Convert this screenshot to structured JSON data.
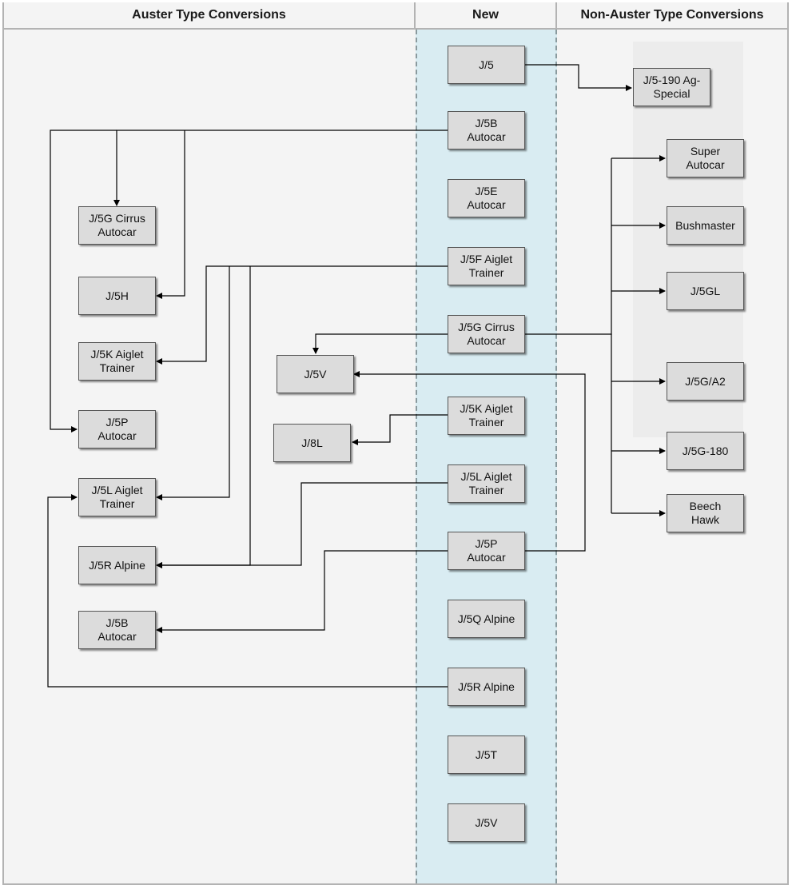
{
  "headers": {
    "auster": "Auster Type Conversions",
    "new": "New",
    "non_auster": "Non-Auster Type Conversions"
  },
  "new_column": {
    "j5": "J/5",
    "j5b": "J/5B\nAutocar",
    "j5e": "J/5E\nAutocar",
    "j5f": "J/5F Aiglet\nTrainer",
    "j5g": "J/5G Cirrus\nAutocar",
    "j5k": "J/5K Aiglet\nTrainer",
    "j5l": "J/5L Aiglet\nTrainer",
    "j5p": "J/5P\nAutocar",
    "j5q": "J/5Q Alpine",
    "j5r": "J/5R Alpine",
    "j5t": "J/5T",
    "j5v": "J/5V"
  },
  "auster_conversions": {
    "j5g_cirrus": "J/5G Cirrus\nAutocar",
    "j5h": "J/5H",
    "j5k_aiglet": "J/5K Aiglet\nTrainer",
    "j5p_autocar": "J/5P\nAutocar",
    "j5l_aiglet": "J/5L Aiglet\nTrainer",
    "j5r_alpine": "J/5R Alpine",
    "j5b_autocar": "J/5B\nAutocar",
    "j5v": "J/5V",
    "j8l": "J/8L"
  },
  "non_auster_conversions": {
    "j5_190": "J/5-190 Ag-\nSpecial",
    "super_autocar": "Super\nAutocar",
    "bushmaster": "Bushmaster",
    "j5gl": "J/5GL",
    "j5g_a2": "J/5G/A2",
    "j5g_180": "J/5G-180",
    "beech_hawk": "Beech\nHawk"
  }
}
